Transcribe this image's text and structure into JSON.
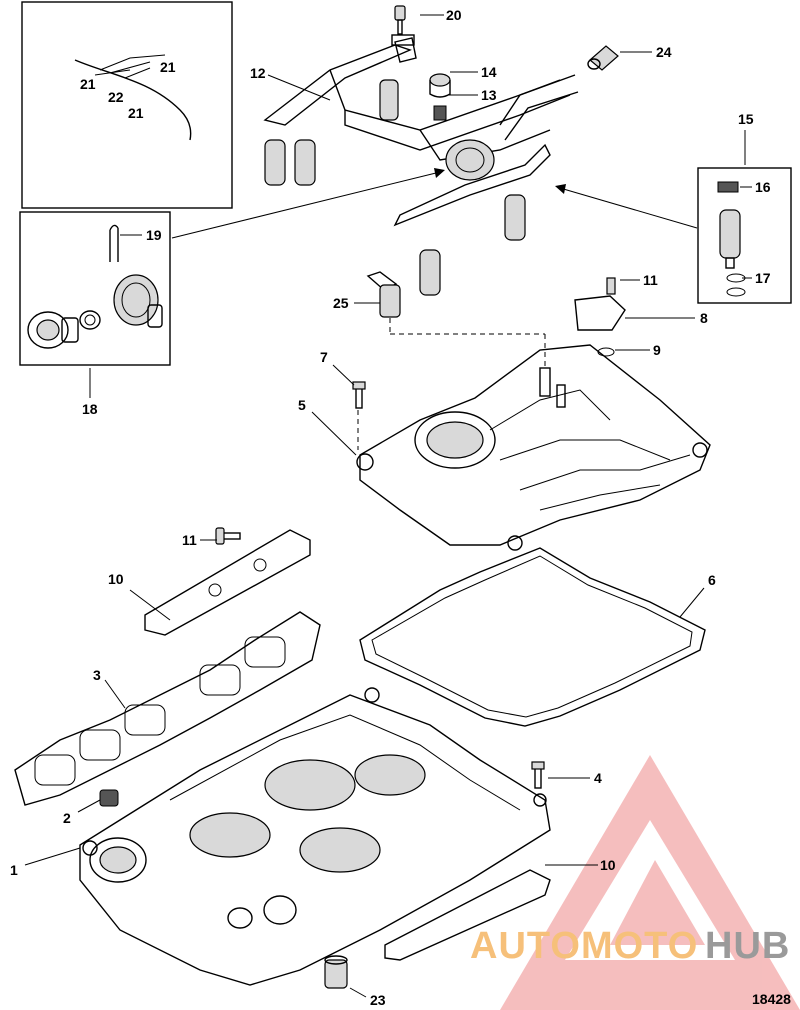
{
  "diagram": {
    "figure_number": "18428",
    "callouts": {
      "c1": "1",
      "c2": "2",
      "c3": "3",
      "c4": "4",
      "c5": "5",
      "c6": "6",
      "c7": "7",
      "c8": "8",
      "c9": "9",
      "c10a": "10",
      "c10b": "10",
      "c11a": "11",
      "c11b": "11",
      "c12": "12",
      "c13": "13",
      "c14": "14",
      "c15": "15",
      "c16": "16",
      "c17": "17",
      "c18": "18",
      "c19": "19",
      "c20": "20",
      "c21a": "21",
      "c21b": "21",
      "c21c": "21",
      "c22": "22",
      "c23": "23",
      "c24": "24",
      "c25": "25"
    }
  },
  "watermark": {
    "text_part1": "AUTOMOTO",
    "text_part2": "HUB",
    "color_primary": "#f0a4a4",
    "color_secondary": "#f6c07a",
    "color_hub": "#9a9a9a"
  }
}
